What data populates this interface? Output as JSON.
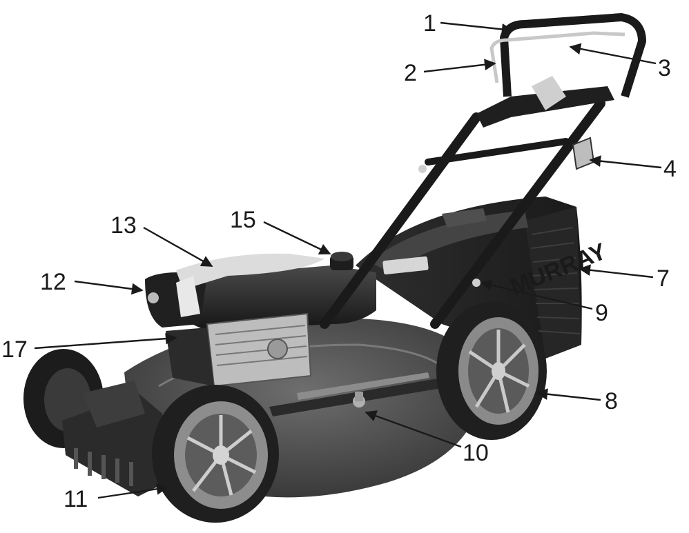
{
  "figure": {
    "subject": "lawn mower",
    "brand_mark": "MURRAY",
    "callouts": [
      {
        "id": "c1",
        "label": "1"
      },
      {
        "id": "c2",
        "label": "2"
      },
      {
        "id": "c3",
        "label": "3"
      },
      {
        "id": "c4",
        "label": "4"
      },
      {
        "id": "c7",
        "label": "7"
      },
      {
        "id": "c8",
        "label": "8"
      },
      {
        "id": "c9",
        "label": "9"
      },
      {
        "id": "c10",
        "label": "10"
      },
      {
        "id": "c11",
        "label": "11"
      },
      {
        "id": "c12",
        "label": "12"
      },
      {
        "id": "c13",
        "label": "13"
      },
      {
        "id": "c15",
        "label": "15"
      },
      {
        "id": "c17",
        "label": "17"
      }
    ]
  }
}
